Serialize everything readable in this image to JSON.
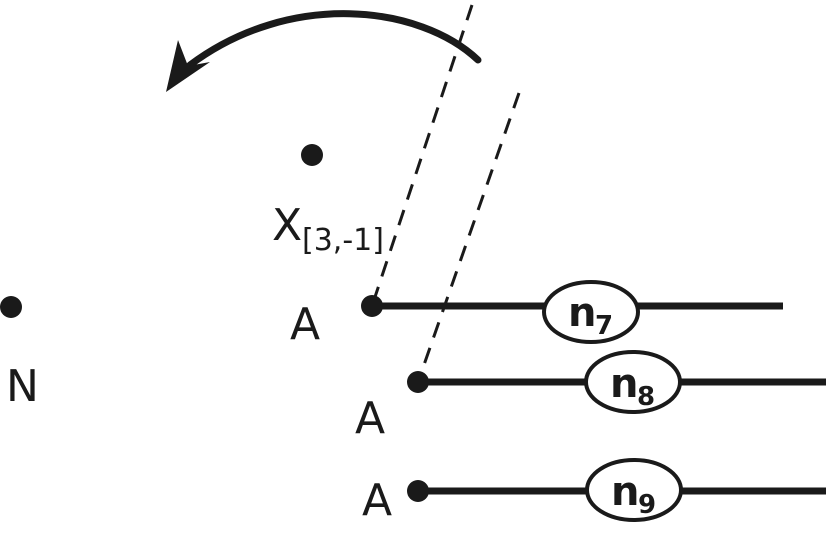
{
  "labels": {
    "x": "X",
    "x_sub": "[3,-1]",
    "a1": "A",
    "a2": "A",
    "a3": "A",
    "n": "N"
  },
  "nodes": [
    {
      "main": "n",
      "sub": "7"
    },
    {
      "main": "n",
      "sub": "8"
    },
    {
      "main": "n",
      "sub": "9"
    }
  ],
  "colors": {
    "ink": "#1a1a1a",
    "background": "#ffffff"
  }
}
